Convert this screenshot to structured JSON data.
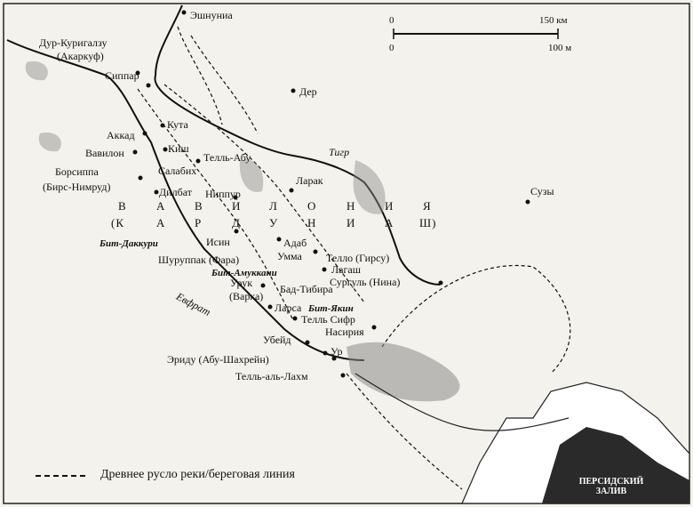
{
  "scale": {
    "km_zero": "0",
    "km_value": "150 км",
    "m_zero": "0",
    "m_value": "100 м"
  },
  "legend": {
    "text": "Древнее русло реки/береговая линия"
  },
  "rivers": {
    "tigris": "Тигр",
    "euphrates": "Евфрат"
  },
  "gulf": {
    "line1": "ПЕРСИДСКИЙ",
    "line2": "ЗАЛИВ"
  },
  "regions": {
    "babylonia": [
      "В",
      "А",
      "В",
      "И",
      "Л",
      "О",
      "Н",
      "И",
      "Я"
    ],
    "karduniash": [
      "(К",
      "А",
      "Р",
      "Д",
      "У",
      "Н",
      "И",
      "А",
      "Ш)"
    ],
    "bit_dakkuri": "Бит-Даккури",
    "bit_amukkani": "Бит-Амуккани",
    "bit_yakin": "Бит-Якин"
  },
  "places": {
    "eshnunna": "Эшнуниа",
    "dur_kurigalzu_1": "Дур-Куригалзу",
    "dur_kurigalzu_2": "(Акаркуф)",
    "sippar": "Сиппар",
    "der": "Дер",
    "kuta": "Кута",
    "akkad": "Аккад",
    "kish": "Киш",
    "tell_abu_1": "Телль-Абу",
    "tell_abu_2": "Салабих",
    "babylon": "Вавилон",
    "borsippa_1": "Борсиппа",
    "borsippa_2": "(Бирс-Нимруд)",
    "dilbat": "Дилбат",
    "nippur": "Ниппур",
    "larak": "Ларак",
    "susa": "Сузы",
    "isin": "Исин",
    "adab": "Адаб",
    "umma": "Умма",
    "tello": "Телло (Гирсу)",
    "shuruppak": "Шуруппак (Фара)",
    "lagash": "Лагаш",
    "surgul": "Сургуль (Нина)",
    "uruk_1": "Урук",
    "uruk_2": "(Варка)",
    "bad_tibira": "Бад-Тибира",
    "larsa": "Ларса",
    "tell_sifr": "Телль Сифр",
    "nasiria": "Насирия",
    "ubaid": "Убейд",
    "ur": "Ур",
    "eridu": "Эриду (Абу-Шахрейн)",
    "tell_al_lahm": "Телль-аль-Лахм"
  }
}
